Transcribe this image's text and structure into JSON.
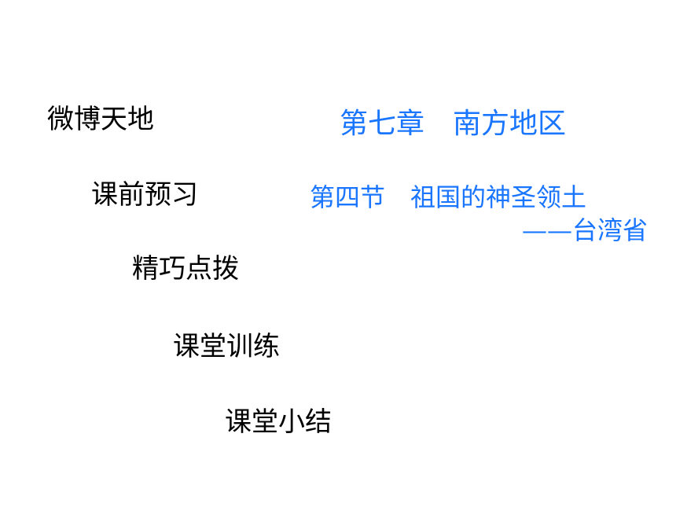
{
  "nav": [
    {
      "id": "weibo",
      "label": "微博天地"
    },
    {
      "id": "preview",
      "label": "课前预习"
    },
    {
      "id": "tips",
      "label": "精巧点拨"
    },
    {
      "id": "training",
      "label": "课堂训练"
    },
    {
      "id": "summary",
      "label": "课堂小结"
    }
  ],
  "title": {
    "chapter": "第七章　南方地区",
    "section": "第四节　祖国的神圣领土",
    "subtitle": "——台湾省"
  },
  "colors": {
    "accent": "#1a75ff",
    "text": "#000000",
    "background": "#ffffff"
  }
}
